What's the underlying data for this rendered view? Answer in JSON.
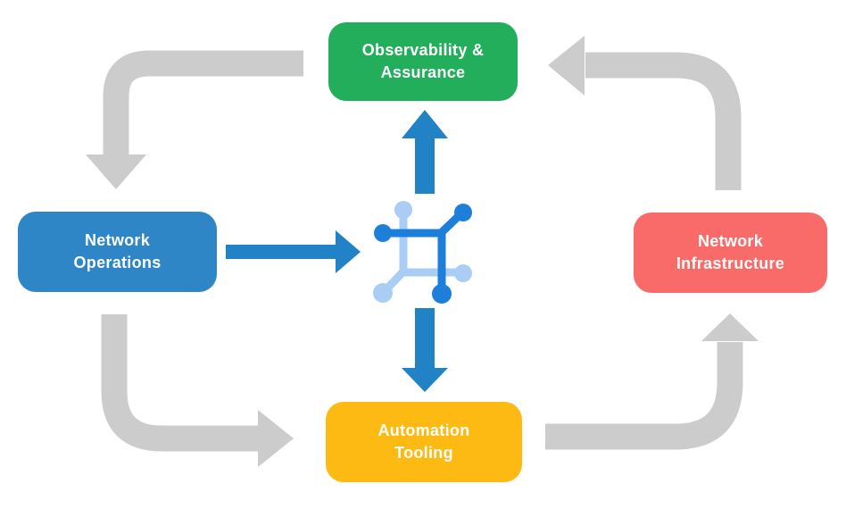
{
  "nodes": {
    "observability": {
      "line1": "Observability &",
      "line2": "Assurance",
      "color": "#23ae5c"
    },
    "operations": {
      "line1": "Network",
      "line2": "Operations",
      "color": "#2e86c7"
    },
    "infrastructure": {
      "line1": "Network",
      "line2": "Infrastructure",
      "color": "#f96b69"
    },
    "automation": {
      "line1": "Automation",
      "line2": "Tooling",
      "color": "#fcba13"
    }
  },
  "icons": {
    "center": "network-mesh-icon"
  },
  "colors": {
    "background": "#ffffff",
    "cycle_arrow": "#cccccc",
    "flow_arrow": "#2182c6",
    "icon_dark": "#1e7fdb",
    "icon_light": "#a9cdf4",
    "label_text": "#ffffff"
  }
}
